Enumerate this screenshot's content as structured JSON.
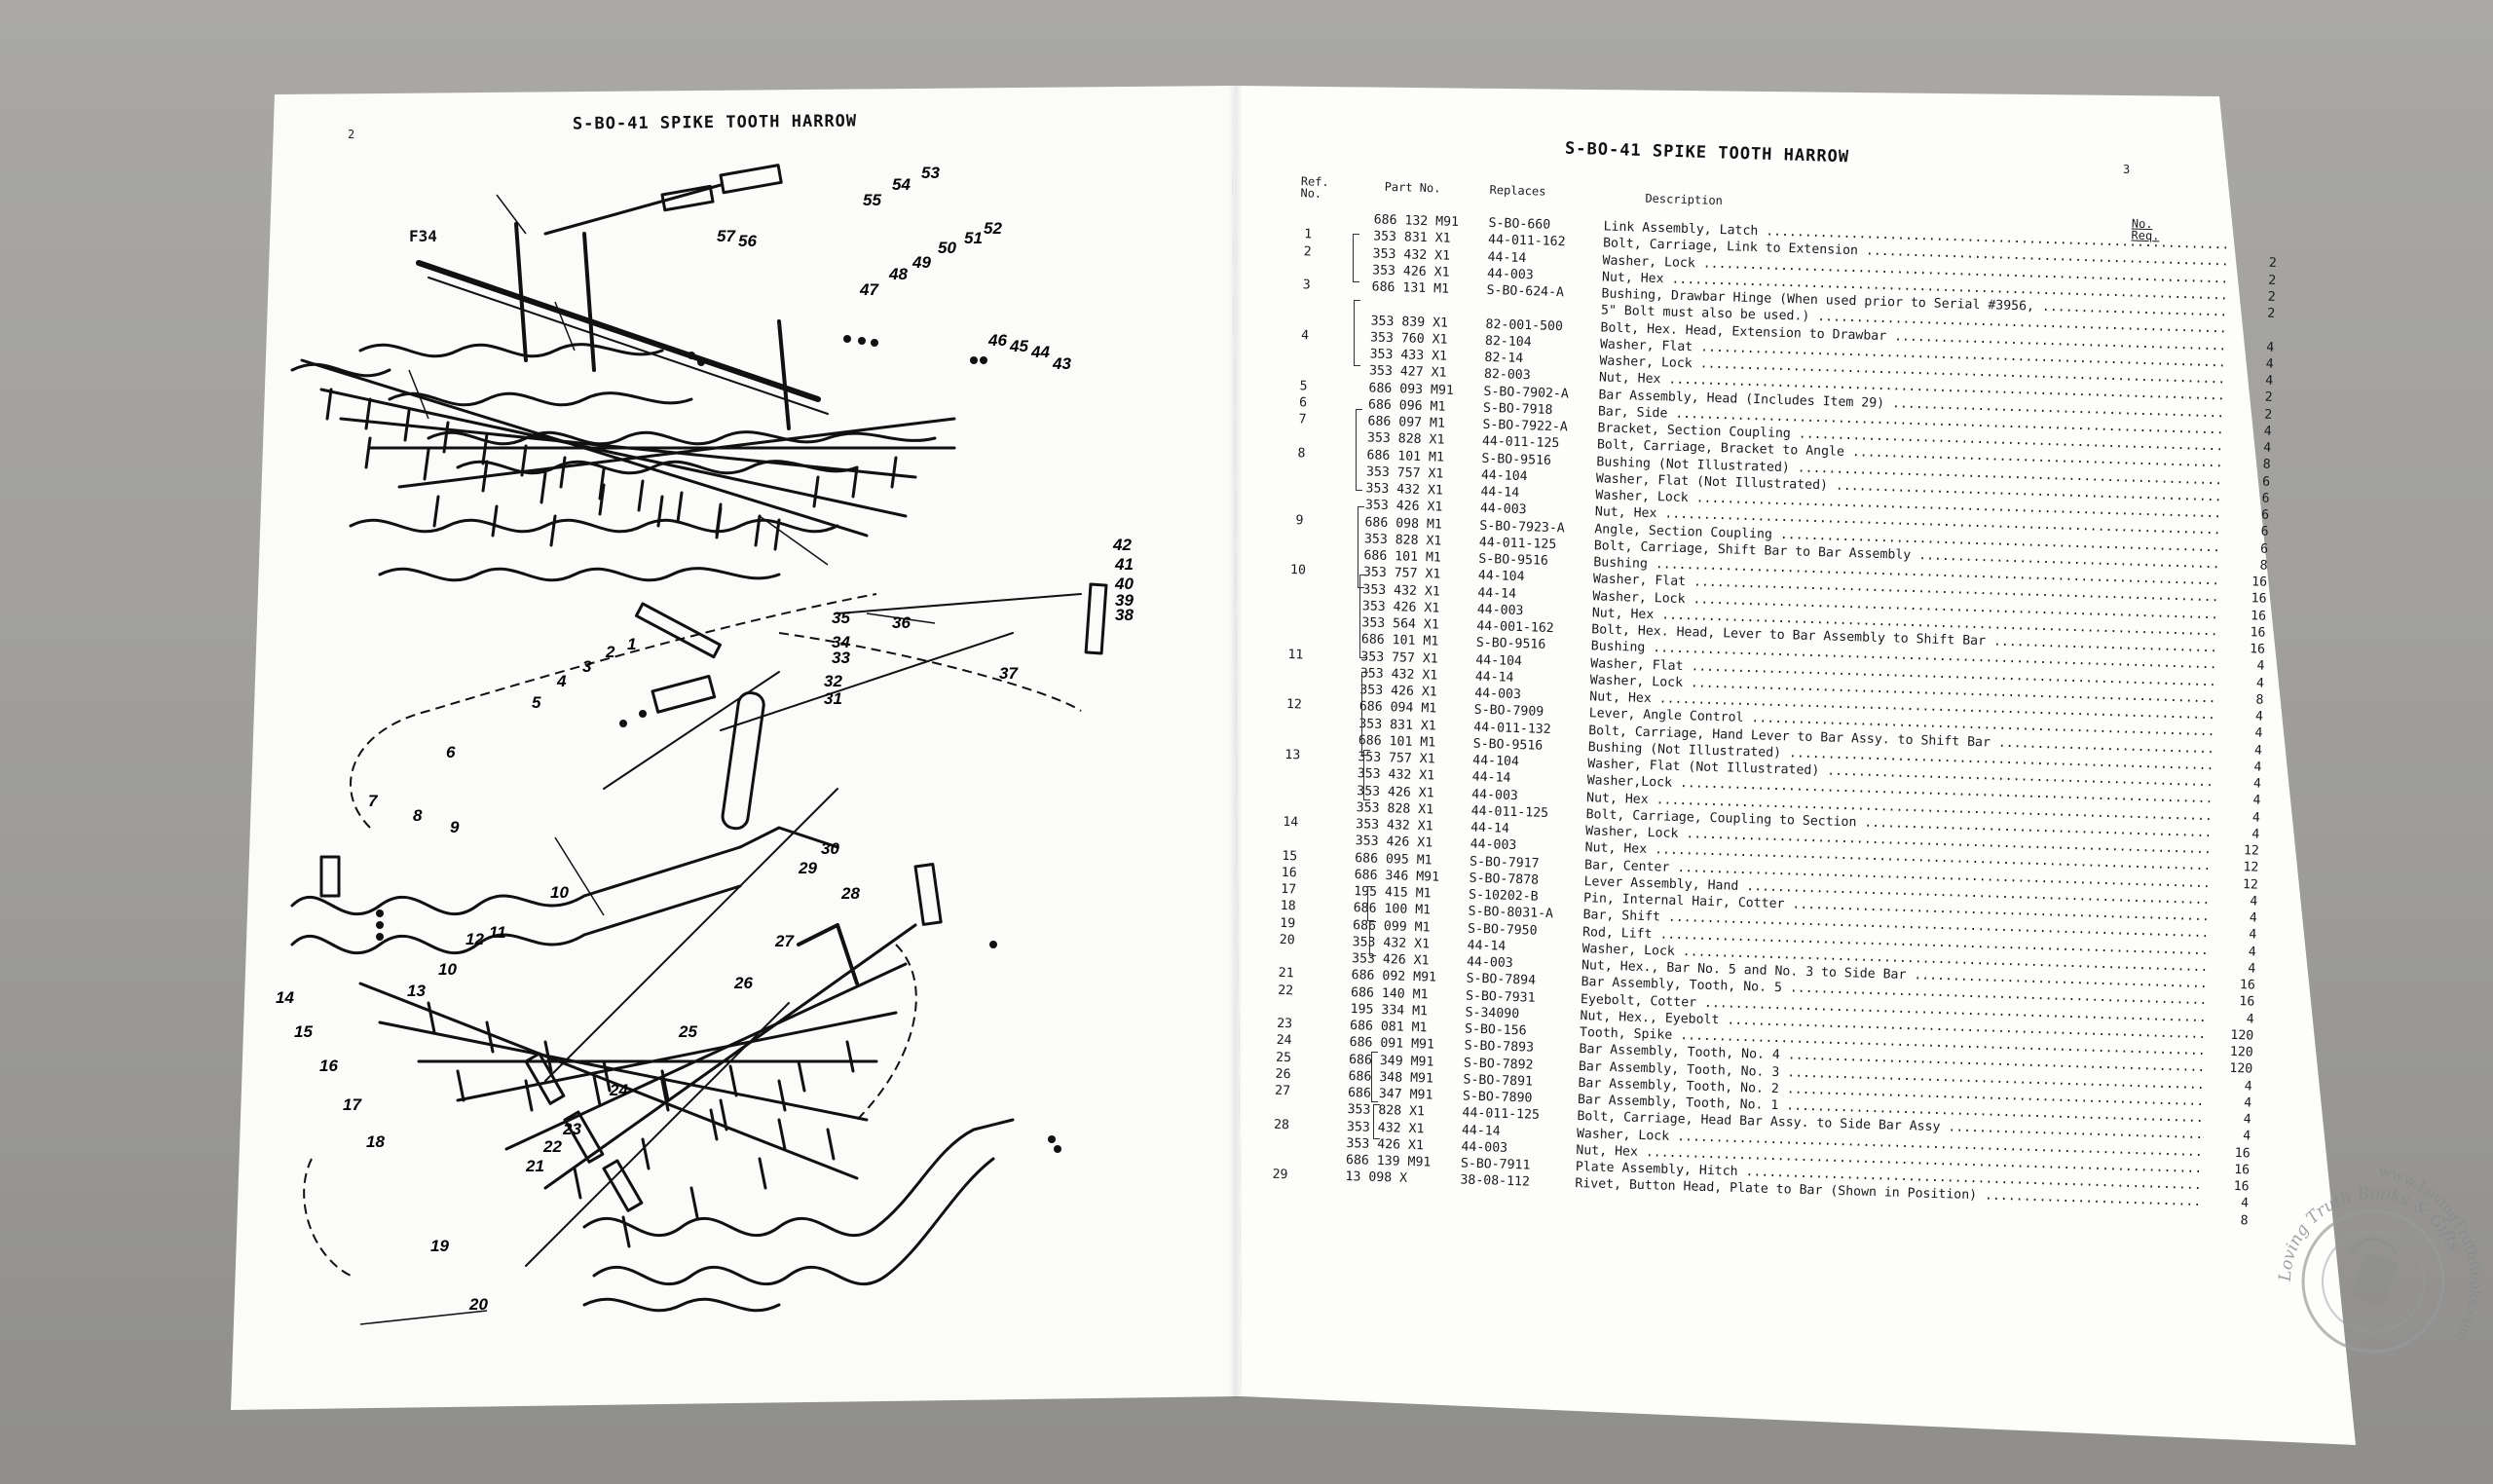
{
  "left_page": {
    "page_number": "2",
    "title": "S-BO-41 SPIKE TOOTH HARROW",
    "figure_code": "F34",
    "callouts": [
      {
        "n": "53"
      },
      {
        "n": "54"
      },
      {
        "n": "55"
      },
      {
        "n": "57"
      },
      {
        "n": "56"
      },
      {
        "n": "50"
      },
      {
        "n": "51"
      },
      {
        "n": "52"
      },
      {
        "n": "49"
      },
      {
        "n": "48"
      },
      {
        "n": "47"
      },
      {
        "n": "46"
      },
      {
        "n": "45"
      },
      {
        "n": "44"
      },
      {
        "n": "43"
      },
      {
        "n": "42"
      },
      {
        "n": "41"
      },
      {
        "n": "40"
      },
      {
        "n": "39"
      },
      {
        "n": "38"
      },
      {
        "n": "36"
      },
      {
        "n": "37"
      },
      {
        "n": "35"
      },
      {
        "n": "34"
      },
      {
        "n": "33"
      },
      {
        "n": "32"
      },
      {
        "n": "31"
      },
      {
        "n": "1"
      },
      {
        "n": "2"
      },
      {
        "n": "3"
      },
      {
        "n": "4"
      },
      {
        "n": "5"
      },
      {
        "n": "6"
      },
      {
        "n": "7"
      },
      {
        "n": "8"
      },
      {
        "n": "9"
      },
      {
        "n": "30"
      },
      {
        "n": "29"
      },
      {
        "n": "28"
      },
      {
        "n": "27"
      },
      {
        "n": "10"
      },
      {
        "n": "11"
      },
      {
        "n": "12"
      },
      {
        "n": "13"
      },
      {
        "n": "10"
      },
      {
        "n": "14"
      },
      {
        "n": "15"
      },
      {
        "n": "16"
      },
      {
        "n": "26"
      },
      {
        "n": "25"
      },
      {
        "n": "17"
      },
      {
        "n": "24"
      },
      {
        "n": "18"
      },
      {
        "n": "23"
      },
      {
        "n": "22"
      },
      {
        "n": "21"
      },
      {
        "n": "19"
      },
      {
        "n": "20"
      }
    ]
  },
  "right_page": {
    "page_number": "3",
    "title": "S-BO-41 SPIKE TOOTH HARROW",
    "columns": {
      "ref": "Ref.\nNo.",
      "part": "Part No.",
      "replaces": "Replaces",
      "description": "Description",
      "req": "No.\nReq."
    },
    "rows": [
      {
        "ref": "",
        "part": "686 132 M91",
        "repl": "S-BO-660",
        "desc": "Link Assembly, Latch",
        "req": ""
      },
      {
        "ref": "1",
        "part": "353 831 X1",
        "repl": "44-011-162",
        "desc": "Bolt, Carriage, Link to Extension",
        "req": "2"
      },
      {
        "ref": "2",
        "part": "353 432 X1",
        "repl": "44-14",
        "desc": "Washer, Lock",
        "req": "2"
      },
      {
        "ref": "",
        "part": "353 426 X1",
        "repl": "44-003",
        "desc": "Nut, Hex",
        "req": "2"
      },
      {
        "ref": "3",
        "part": "686 131 M1",
        "repl": "S-BO-624-A",
        "desc": "Bushing, Drawbar Hinge (When used prior to Serial #3956,",
        "req": "2"
      },
      {
        "ref": "",
        "part": "",
        "repl": "",
        "desc": "5\" Bolt must also be used.)",
        "req": ""
      },
      {
        "ref": "",
        "part": "353 839 X1",
        "repl": "82-001-500",
        "desc": "Bolt, Hex. Head, Extension to Drawbar",
        "req": "4"
      },
      {
        "ref": "4",
        "part": "353 760 X1",
        "repl": "82-104",
        "desc": "Washer, Flat",
        "req": "4"
      },
      {
        "ref": "",
        "part": "353 433 X1",
        "repl": "82-14",
        "desc": "Washer, Lock",
        "req": "4"
      },
      {
        "ref": "",
        "part": "353 427 X1",
        "repl": "82-003",
        "desc": "Nut, Hex",
        "req": "2"
      },
      {
        "ref": "5",
        "part": "686 093 M91",
        "repl": "S-BO-7902-A",
        "desc": "Bar Assembly, Head (Includes Item 29)",
        "req": "2"
      },
      {
        "ref": "6",
        "part": "686 096 M1",
        "repl": "S-BO-7918",
        "desc": "Bar, Side",
        "req": "4"
      },
      {
        "ref": "7",
        "part": "686 097 M1",
        "repl": "S-BO-7922-A",
        "desc": "Bracket, Section Coupling",
        "req": "4"
      },
      {
        "ref": "",
        "part": "353 828 X1",
        "repl": "44-011-125",
        "desc": "Bolt, Carriage, Bracket to Angle",
        "req": "8"
      },
      {
        "ref": "8",
        "part": "686 101 M1",
        "repl": "S-BO-9516",
        "desc": "Bushing (Not Illustrated)",
        "req": "6"
      },
      {
        "ref": "",
        "part": "353 757 X1",
        "repl": "44-104",
        "desc": "Washer, Flat (Not Illustrated)",
        "req": "6"
      },
      {
        "ref": "",
        "part": "353 432 X1",
        "repl": "44-14",
        "desc": "Washer, Lock",
        "req": "6"
      },
      {
        "ref": "",
        "part": "353 426 X1",
        "repl": "44-003",
        "desc": "Nut, Hex",
        "req": "6"
      },
      {
        "ref": "9",
        "part": "686 098 M1",
        "repl": "S-BO-7923-A",
        "desc": "Angle, Section Coupling",
        "req": "6"
      },
      {
        "ref": "",
        "part": "353 828 X1",
        "repl": "44-011-125",
        "desc": "Bolt, Carriage, Shift Bar to Bar Assembly",
        "req": "8"
      },
      {
        "ref": "",
        "part": "686 101 M1",
        "repl": "S-BO-9516",
        "desc": "Bushing",
        "req": "16"
      },
      {
        "ref": "10",
        "part": "353 757 X1",
        "repl": "44-104",
        "desc": "Washer, Flat",
        "req": "16"
      },
      {
        "ref": "",
        "part": "353 432 X1",
        "repl": "44-14",
        "desc": "Washer, Lock",
        "req": "16"
      },
      {
        "ref": "",
        "part": "353 426 X1",
        "repl": "44-003",
        "desc": "Nut, Hex",
        "req": "16"
      },
      {
        "ref": "",
        "part": "353 564 X1",
        "repl": "44-001-162",
        "desc": "Bolt, Hex. Head, Lever to Bar Assembly to Shift Bar",
        "req": "16"
      },
      {
        "ref": "",
        "part": "686 101 M1",
        "repl": "S-BO-9516",
        "desc": "Bushing",
        "req": "4"
      },
      {
        "ref": "11",
        "part": "353 757 X1",
        "repl": "44-104",
        "desc": "Washer, Flat",
        "req": "4"
      },
      {
        "ref": "",
        "part": "353 432 X1",
        "repl": "44-14",
        "desc": "Washer, Lock",
        "req": "8"
      },
      {
        "ref": "",
        "part": "353 426 X1",
        "repl": "44-003",
        "desc": "Nut, Hex",
        "req": "4"
      },
      {
        "ref": "12",
        "part": "686 094 M1",
        "repl": "S-BO-7909",
        "desc": "Lever, Angle Control",
        "req": "4"
      },
      {
        "ref": "",
        "part": "353 831 X1",
        "repl": "44-011-132",
        "desc": "Bolt, Carriage, Hand Lever to Bar Assy. to Shift Bar",
        "req": "4"
      },
      {
        "ref": "",
        "part": "686 101 M1",
        "repl": "S-BO-9516",
        "desc": "Bushing (Not Illustrated)",
        "req": "4"
      },
      {
        "ref": "13",
        "part": "353 757 X1",
        "repl": "44-104",
        "desc": "Washer, Flat (Not Illustrated)",
        "req": "4"
      },
      {
        "ref": "",
        "part": "353 432 X1",
        "repl": "44-14",
        "desc": "Washer,Lock",
        "req": "4"
      },
      {
        "ref": "",
        "part": "353 426 X1",
        "repl": "44-003",
        "desc": "Nut, Hex",
        "req": "4"
      },
      {
        "ref": "",
        "part": "353 828 X1",
        "repl": "44-011-125",
        "desc": "Bolt, Carriage, Coupling to Section",
        "req": "4"
      },
      {
        "ref": "14",
        "part": "353 432 X1",
        "repl": "44-14",
        "desc": "Washer, Lock",
        "req": "12"
      },
      {
        "ref": "",
        "part": "353 426 X1",
        "repl": "44-003",
        "desc": "Nut, Hex",
        "req": "12"
      },
      {
        "ref": "15",
        "part": "686 095 M1",
        "repl": "S-BO-7917",
        "desc": "Bar, Center",
        "req": "12"
      },
      {
        "ref": "16",
        "part": "686 346 M91",
        "repl": "S-BO-7878",
        "desc": "Lever Assembly, Hand",
        "req": "4"
      },
      {
        "ref": "17",
        "part": "195 415 M1",
        "repl": "S-10202-B",
        "desc": "Pin, Internal Hair, Cotter",
        "req": "4"
      },
      {
        "ref": "18",
        "part": "686 100 M1",
        "repl": "S-BO-8031-A",
        "desc": "Bar, Shift",
        "req": "4"
      },
      {
        "ref": "19",
        "part": "686 099 M1",
        "repl": "S-BO-7950",
        "desc": "Rod, Lift",
        "req": "4"
      },
      {
        "ref": "20",
        "part": "353 432 X1",
        "repl": "44-14",
        "desc": "Washer, Lock",
        "req": "4"
      },
      {
        "ref": "",
        "part": "353 426 X1",
        "repl": "44-003",
        "desc": "Nut, Hex., Bar No. 5 and No. 3 to Side Bar",
        "req": "16"
      },
      {
        "ref": "21",
        "part": "686 092 M91",
        "repl": "S-BO-7894",
        "desc": "Bar Assembly, Tooth, No. 5",
        "req": "16"
      },
      {
        "ref": "22",
        "part": "686 140 M1",
        "repl": "S-BO-7931",
        "desc": "Eyebolt, Cotter",
        "req": "4"
      },
      {
        "ref": "",
        "part": "195 334 M1",
        "repl": "S-34090",
        "desc": "Nut, Hex., Eyebolt",
        "req": "120"
      },
      {
        "ref": "23",
        "part": "686 081 M1",
        "repl": "S-BO-156",
        "desc": "Tooth, Spike",
        "req": "120"
      },
      {
        "ref": "24",
        "part": "686 091 M91",
        "repl": "S-BO-7893",
        "desc": "Bar Assembly, Tooth, No. 4",
        "req": "120"
      },
      {
        "ref": "25",
        "part": "686 349 M91",
        "repl": "S-BO-7892",
        "desc": "Bar Assembly, Tooth, No. 3",
        "req": "4"
      },
      {
        "ref": "26",
        "part": "686 348 M91",
        "repl": "S-BO-7891",
        "desc": "Bar Assembly, Tooth, No. 2",
        "req": "4"
      },
      {
        "ref": "27",
        "part": "686 347 M91",
        "repl": "S-BO-7890",
        "desc": "Bar Assembly, Tooth, No. 1",
        "req": "4"
      },
      {
        "ref": "",
        "part": "353 828 X1",
        "repl": "44-011-125",
        "desc": "Bolt, Carriage, Head Bar Assy. to Side Bar Assy",
        "req": "4"
      },
      {
        "ref": "28",
        "part": "353 432 X1",
        "repl": "44-14",
        "desc": "Washer, Lock",
        "req": "16"
      },
      {
        "ref": "",
        "part": "353 426 X1",
        "repl": "44-003",
        "desc": "Nut, Hex",
        "req": "16"
      },
      {
        "ref": "",
        "part": "686 139 M91",
        "repl": "S-BO-7911",
        "desc": "Plate Assembly, Hitch",
        "req": "16"
      },
      {
        "ref": "29",
        "part": "13 098 X",
        "repl": "38-08-112",
        "desc": "Rivet, Button Head, Plate to Bar (Shown in Position)",
        "req": "4"
      },
      {
        "ref": "",
        "part": "",
        "repl": "",
        "desc": "",
        "req": "8"
      }
    ]
  },
  "watermark": {
    "text_outer": "Loving Truth Books & Gifts",
    "text_url": "www.LovingTruthBooks.com"
  }
}
